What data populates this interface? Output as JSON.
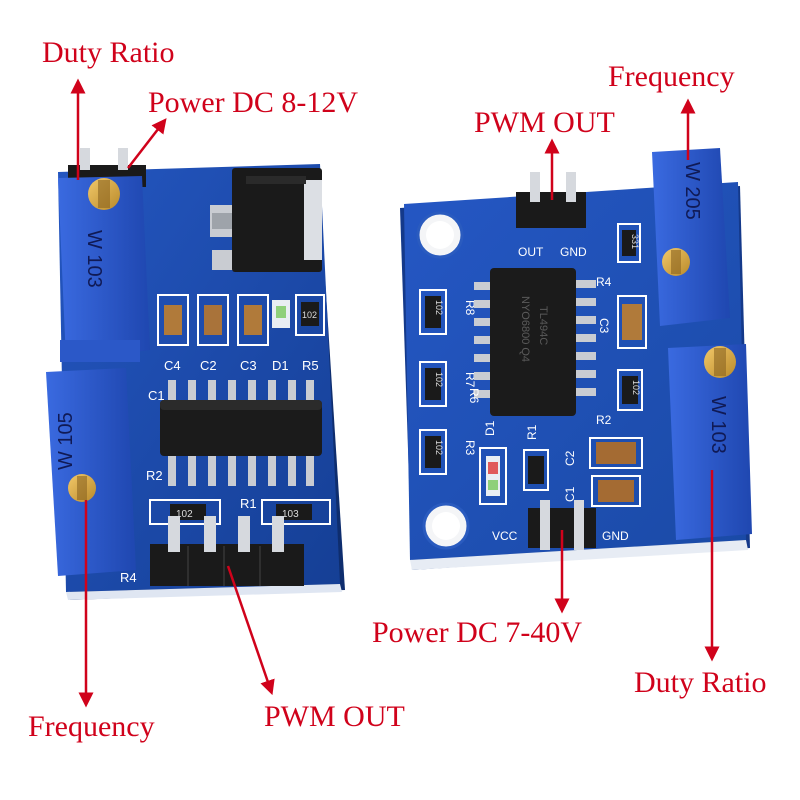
{
  "callouts": {
    "left_duty_ratio": "Duty Ratio",
    "left_power": "Power DC 8-12V",
    "left_frequency": "Frequency",
    "left_pwm_out": "PWM OUT",
    "right_frequency": "Frequency",
    "right_pwm_out": "PWM OUT",
    "right_power": "Power DC 7-40V",
    "right_duty_ratio": "Duty Ratio"
  },
  "left_board": {
    "silkscreen": [
      "C4",
      "C2",
      "C3",
      "D1",
      "R5",
      "C1",
      "R2",
      "R1",
      "R4"
    ],
    "pot_top_marking": "W 103",
    "pot_bottom_marking": "W 105",
    "resistor_codes": [
      "102",
      "102",
      "103"
    ]
  },
  "right_board": {
    "silkscreen": [
      "OUT",
      "GND",
      "R4",
      "R8",
      "C3",
      "R7",
      "R6",
      "R2",
      "R3",
      "D1",
      "R1",
      "C2",
      "C1",
      "VCC",
      "GND"
    ],
    "pot_top_marking": "W 205",
    "pot_bottom_marking": "W 103",
    "resistor_codes": [
      "331",
      "102",
      "102",
      "102",
      "102"
    ],
    "chip_marking": [
      "NYO6800 Q4",
      "TL494C"
    ]
  },
  "colors": {
    "callout_red": "#d0021b",
    "pcb_blue": "#1e4fb0",
    "pot_blue": "#2f5fd0",
    "header_black": "#1a1a1a"
  }
}
